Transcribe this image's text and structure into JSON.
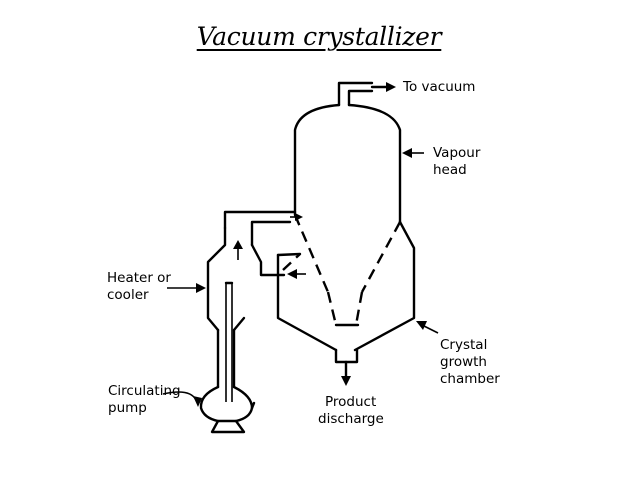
{
  "title": "Vacuum crystallizer",
  "labels": {
    "to_vacuum": "To vacuum",
    "vapour_head_line1": "Vapour",
    "vapour_head_line2": "head",
    "heater_line1": "Heater or",
    "heater_line2": "cooler",
    "crystal_line1": "Crystal",
    "crystal_line2": "growth",
    "crystal_line3": "chamber",
    "pump_line1": "Circulating",
    "pump_line2": "pump",
    "product_line1": "Product",
    "product_line2": "discharge"
  }
}
